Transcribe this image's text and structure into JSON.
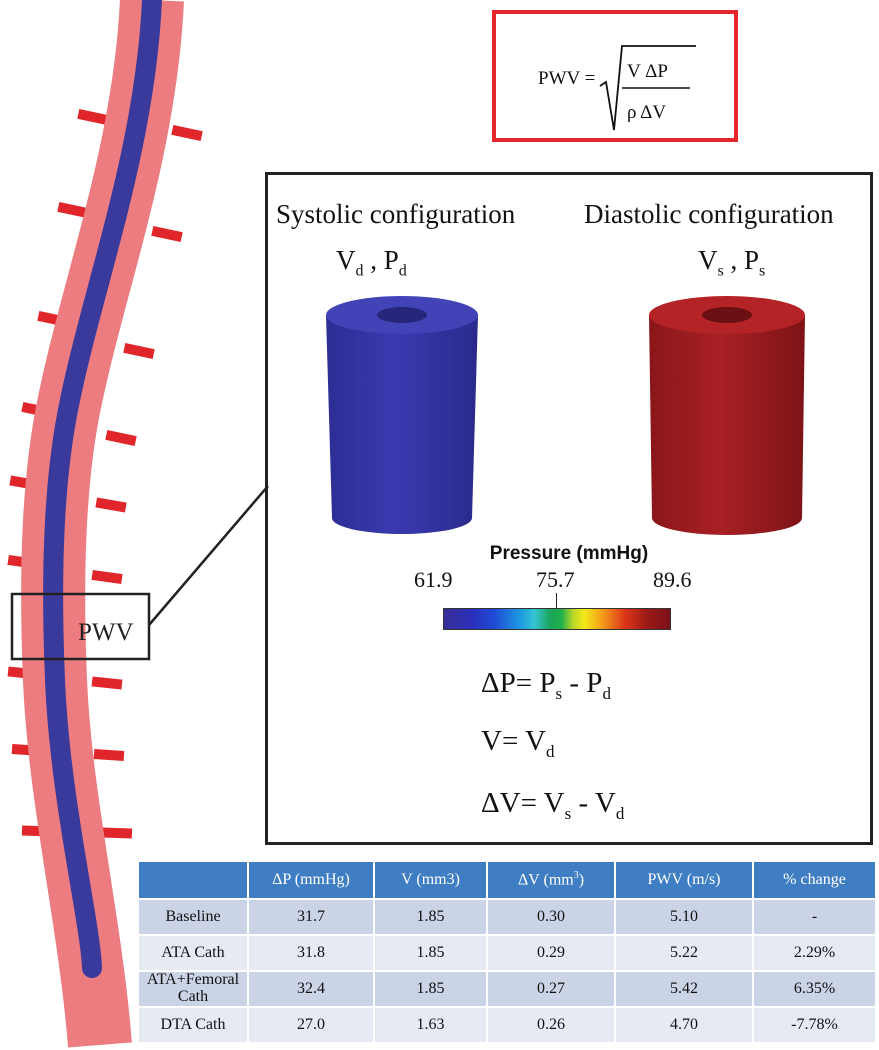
{
  "vessel": {
    "box_label": "PWV"
  },
  "formula": {
    "lhs": "PWV =",
    "numerator": "V ΔP",
    "denominator": "ρ ΔV"
  },
  "configs": {
    "systolic": {
      "title": "Systolic configuration",
      "var_v": "V",
      "sub_v": "d",
      "var_p": "P",
      "sub_p": "d",
      "color": "#3535a6"
    },
    "diastolic": {
      "title": "Diastolic configuration",
      "var_v": "V",
      "sub_v": "s",
      "var_p": "P",
      "sub_p": "s",
      "color": "#9e1c1f"
    }
  },
  "pressure_scale": {
    "title": "Pressure (mmHg)",
    "ticks": [
      "61.9",
      "75.7",
      "89.6"
    ]
  },
  "equations": {
    "dp": {
      "lhs": "ΔP= P",
      "sub1": "s",
      "mid": " - P",
      "sub2": "d"
    },
    "v": {
      "lhs": "V= V",
      "sub1": "d"
    },
    "dv": {
      "lhs": "ΔV= V",
      "sub1": "s",
      "mid": " - V",
      "sub2": "d"
    }
  },
  "table": {
    "headers": [
      "",
      "ΔP (mmHg)",
      "V (mm3)",
      "ΔV (mm",
      "PWV (m/s)",
      "% change"
    ],
    "dv_header_sup": "3",
    "dv_header_tail": ")",
    "rows": [
      [
        "Baseline",
        "31.7",
        "1.85",
        "0.30",
        "5.10",
        "-"
      ],
      [
        "ATA Cath",
        "31.8",
        "1.85",
        "0.29",
        "5.22",
        "2.29%"
      ],
      [
        "ATA+Femoral Cath",
        "32.4",
        "1.85",
        "0.27",
        "5.42",
        "6.35%"
      ],
      [
        "DTA Cath",
        "27.0",
        "1.63",
        "0.26",
        "4.70",
        "-7.78%"
      ]
    ]
  }
}
